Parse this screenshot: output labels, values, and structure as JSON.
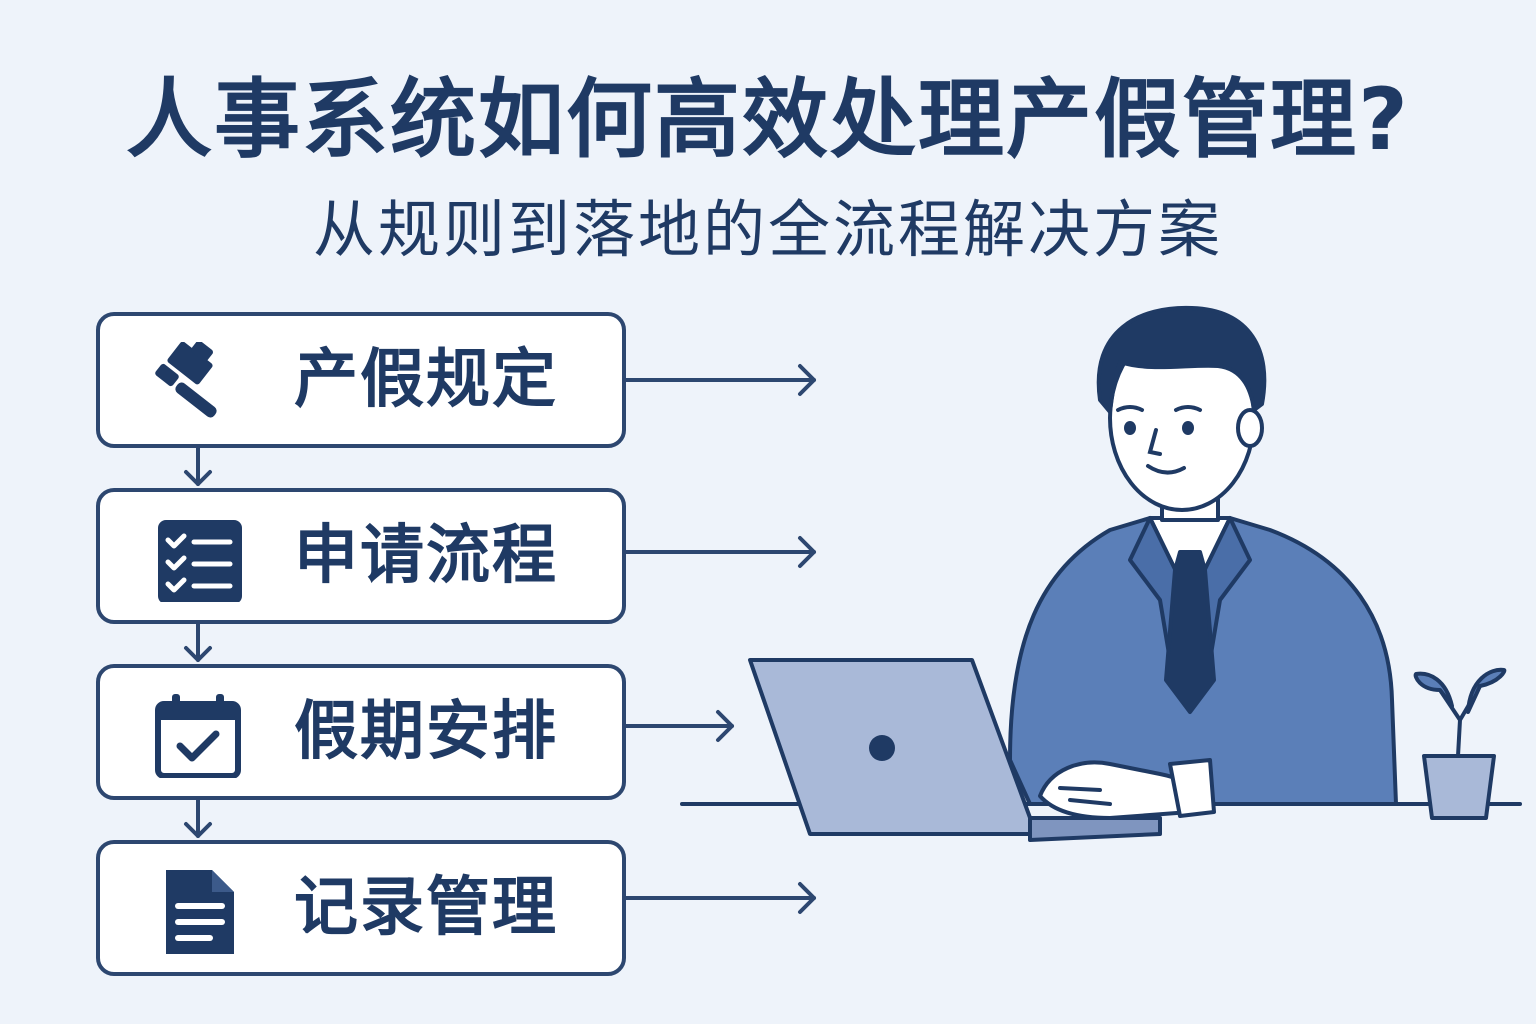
{
  "header": {
    "title": "人事系统如何高效处理产假管理?",
    "subtitle": "从规则到落地的全流程解决方案"
  },
  "steps": [
    {
      "label": "产假规定",
      "icon": "gavel-icon"
    },
    {
      "label": "申请流程",
      "icon": "checklist-icon"
    },
    {
      "label": "假期安排",
      "icon": "calendar-check-icon"
    },
    {
      "label": "记录管理",
      "icon": "document-icon"
    }
  ],
  "colors": {
    "background": "#eef3fa",
    "navy": "#1f3a64",
    "outline": "#2d4770",
    "suit_blue": "#5b7fb8",
    "laptop_blue": "#a9b9d8"
  }
}
